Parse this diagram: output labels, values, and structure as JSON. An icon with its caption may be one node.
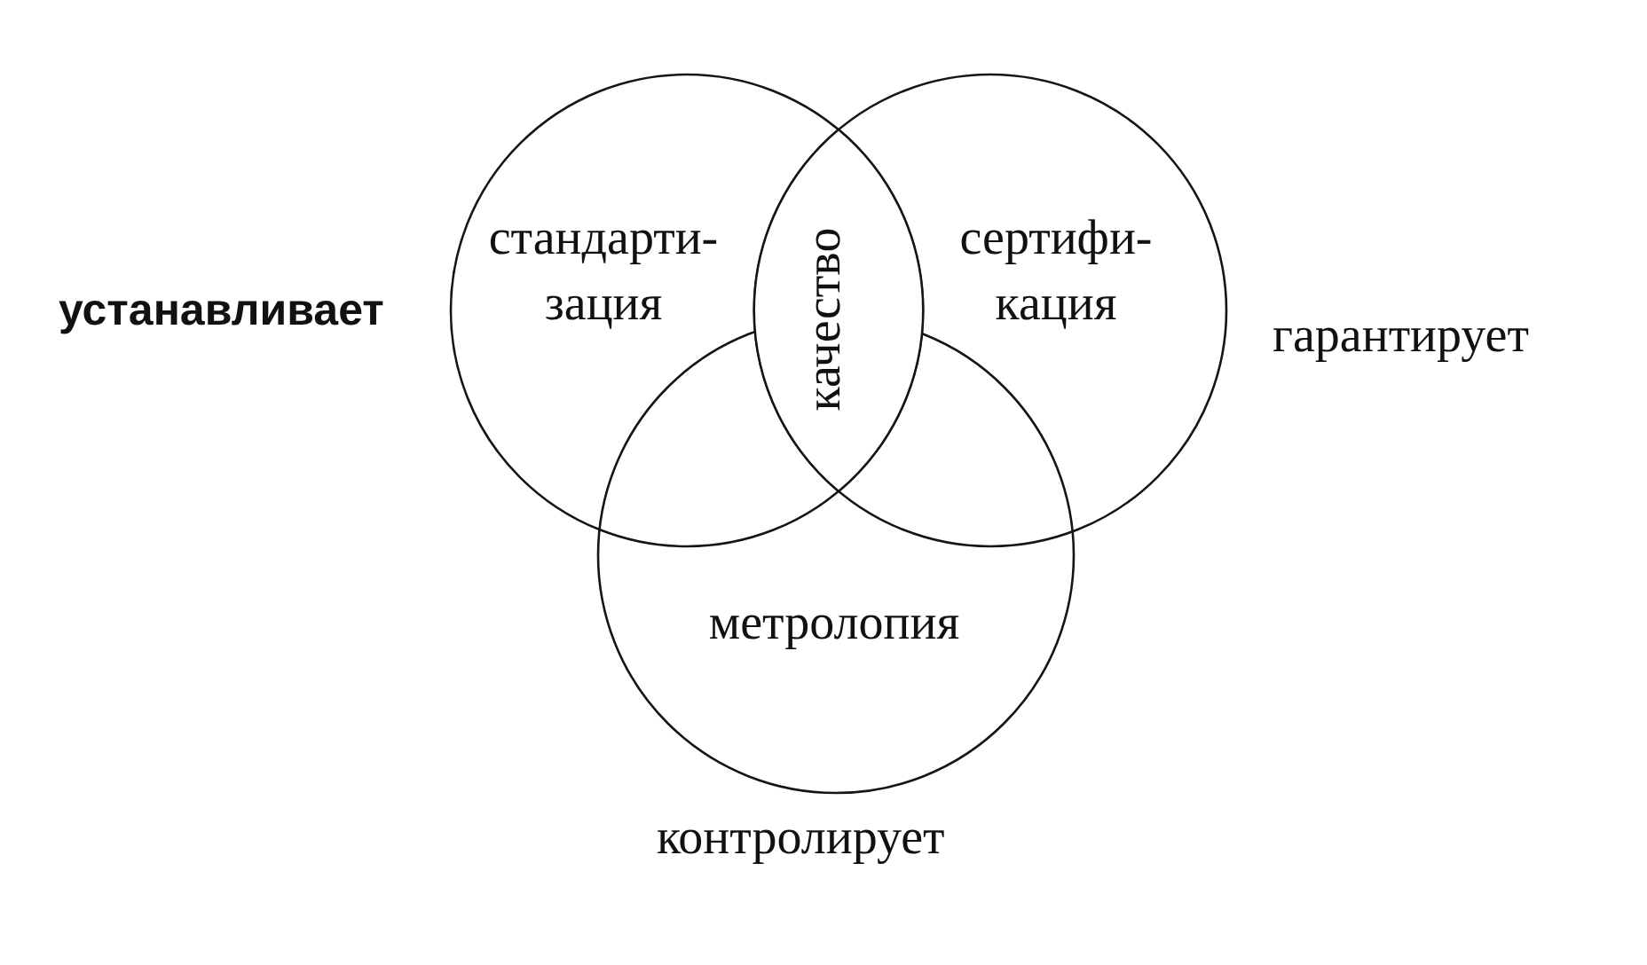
{
  "diagram": {
    "nodes": [
      {
        "text": [
          "стандарти- зация"
        ],
        "beside": [
          "устанавливает"
        ]
      },
      {
        "text": [
          "сертифи- кация"
        ],
        "beside": [
          "гарантирует"
        ]
      },
      {
        "text": [
          "метролопия"
        ],
        "beside": [
          "контролирует"
        ]
      },
      {
        "text": [
          "качество"
        ]
      }
    ]
  }
}
